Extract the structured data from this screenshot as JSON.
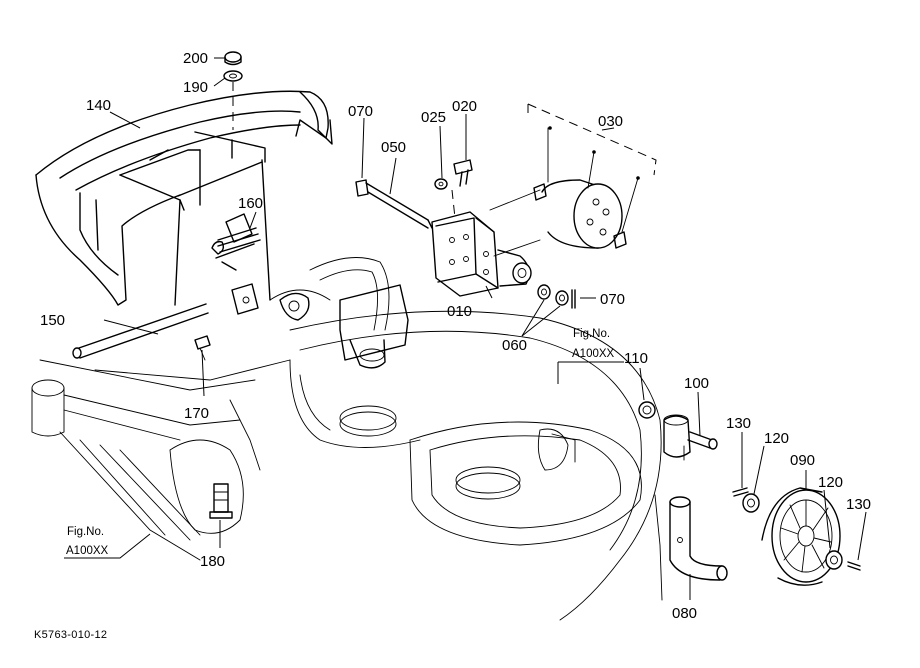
{
  "callouts": [
    {
      "id": "c200",
      "text": "200"
    },
    {
      "id": "c190",
      "text": "190"
    },
    {
      "id": "c140",
      "text": "140"
    },
    {
      "id": "c070a",
      "text": "070"
    },
    {
      "id": "c025",
      "text": "025"
    },
    {
      "id": "c020",
      "text": "020"
    },
    {
      "id": "c030",
      "text": "030"
    },
    {
      "id": "c050",
      "text": "050"
    },
    {
      "id": "c160",
      "text": "160"
    },
    {
      "id": "c150",
      "text": "150"
    },
    {
      "id": "c010",
      "text": "010"
    },
    {
      "id": "c070b",
      "text": "070"
    },
    {
      "id": "c060",
      "text": "060"
    },
    {
      "id": "c110",
      "text": "110"
    },
    {
      "id": "c100",
      "text": "100"
    },
    {
      "id": "c170",
      "text": "170"
    },
    {
      "id": "c130a",
      "text": "130"
    },
    {
      "id": "c120a",
      "text": "120"
    },
    {
      "id": "c090",
      "text": "090"
    },
    {
      "id": "c120b",
      "text": "120"
    },
    {
      "id": "c130b",
      "text": "130"
    },
    {
      "id": "c180",
      "text": "180"
    },
    {
      "id": "c080",
      "text": "080"
    }
  ],
  "figure_refs": [
    {
      "id": "ref-right",
      "line1": "Fig.No.",
      "line2": "A100XX"
    },
    {
      "id": "ref-left",
      "line1": "Fig.No.",
      "line2": "A100XX"
    }
  ],
  "drawing_code": "K5763-010-12"
}
